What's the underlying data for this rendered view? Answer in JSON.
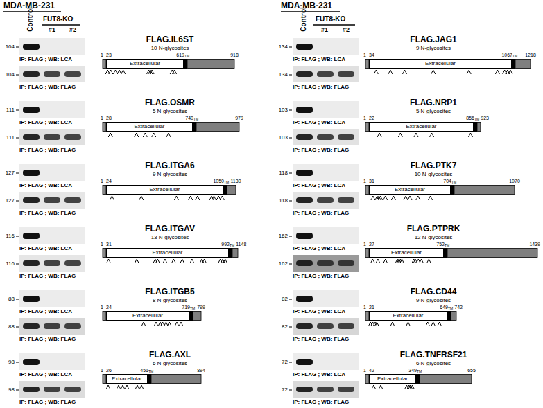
{
  "diagram": {
    "nodes": [
      {
        "text": [
          "Extracellular"
        ]
      },
      {
        "text": [
          "Extracellular"
        ]
      },
      {
        "text": [
          "Extracellular"
        ]
      },
      {
        "text": [
          "Extracellular"
        ]
      },
      {
        "text": [
          "Extracellular"
        ]
      },
      {
        "text": [
          "Extracellular"
        ]
      },
      {
        "text": [
          "Extracellular"
        ]
      },
      {
        "text": [
          "Extracellular"
        ]
      },
      {
        "text": [
          "Extracellular"
        ]
      },
      {
        "text": [
          "Extracellular"
        ]
      },
      {
        "text": [
          "Extracellular"
        ]
      },
      {
        "text": [
          "Extracellular"
        ]
      }
    ],
    "labels": [
      "MDA-MB-231",
      "Control",
      "FUT8-KO",
      "#1",
      "#2",
      "104",
      "IP: FLAG ; WB: LCA",
      "104",
      "IP: FLAG ; WB: FLAG",
      "FLAG.IL6ST",
      "10 N-glycosites",
      "1",
      "23",
      "619",
      "TM",
      "918",
      "111",
      "IP: FLAG ; WB: LCA",
      "111",
      "IP: FLAG ; WB: FLAG",
      "FLAG.OSMR",
      "5 N-glycosites",
      "1",
      "28",
      "740",
      "TM",
      "979",
      "127",
      "IP: FLAG ; WB: LCA",
      "127",
      "IP: FLAG ; WB: FLAG",
      "FLAG.ITGA6",
      "9 N-glycosites",
      "1",
      "24",
      "1050",
      "TM",
      "1130",
      "116",
      "IP: FLAG ; WB: LCA",
      "116",
      "IP: FLAG ; WB: FLAG",
      "FLAG.ITGAV",
      "13 N-glycosites",
      "1",
      "31",
      "992",
      "TM",
      "1148",
      "88",
      "IP: FLAG ; WB: LCA",
      "88",
      "IP: FLAG ; WB: FLAG",
      "FLAG.ITGB5",
      "8 N-glycosites",
      "1",
      "24",
      "719",
      "TM",
      "799",
      "98",
      "IP: FLAG ; WB: LCA",
      "98",
      "IP: FLAG ; WB: FLAG",
      "FLAG.AXL",
      "6 N-glycosites",
      "1",
      "26",
      "451",
      "TM",
      "894",
      "MDA-MB-231",
      "Control",
      "FUT8-KO",
      "#1",
      "#2",
      "134",
      "IP: FLAG ; WB: LCA",
      "134",
      "IP: FLAG ; WB: FLAG",
      "FLAG.JAG1",
      "9 N-glycosites",
      "1",
      "34",
      "1067",
      "TM",
      "1218",
      "103",
      "IP: FLAG ; WB: LCA",
      "103",
      "IP: FLAG ; WB: FLAG",
      "FLAG.NRP1",
      "5 N-glycosites",
      "1",
      "22",
      "856",
      "TM",
      "923",
      "118",
      "IP: FLAG ; WB: LCA",
      "118",
      "IP: FLAG ; WB: FLAG",
      "FLAG.PTK7",
      "10 N-glycosites",
      "1",
      "31",
      "704",
      "TM",
      "1070",
      "162",
      "IP: FLAG ; WB: LCA",
      "162",
      "IP: FLAG ; WB: FLAG",
      "FLAG.PTPRK",
      "12 N-glycosites",
      "1",
      "27",
      "752",
      "TM",
      "1439",
      "82",
      "IP: FLAG ; WB: LCA",
      "82",
      "IP: FLAG ; WB: FLAG",
      "FLAG.CD44",
      "9 N-glycosites",
      "1",
      "21",
      "649",
      "TM",
      "742",
      "72",
      "IP: FLAG ; WB: LCA",
      "72",
      "IP: FLAG ; WB: FLAG",
      "FLAG.TNFRSF21",
      "6 N-glycosites",
      "1",
      "42",
      "349",
      "TM",
      "655"
    ]
  }
}
